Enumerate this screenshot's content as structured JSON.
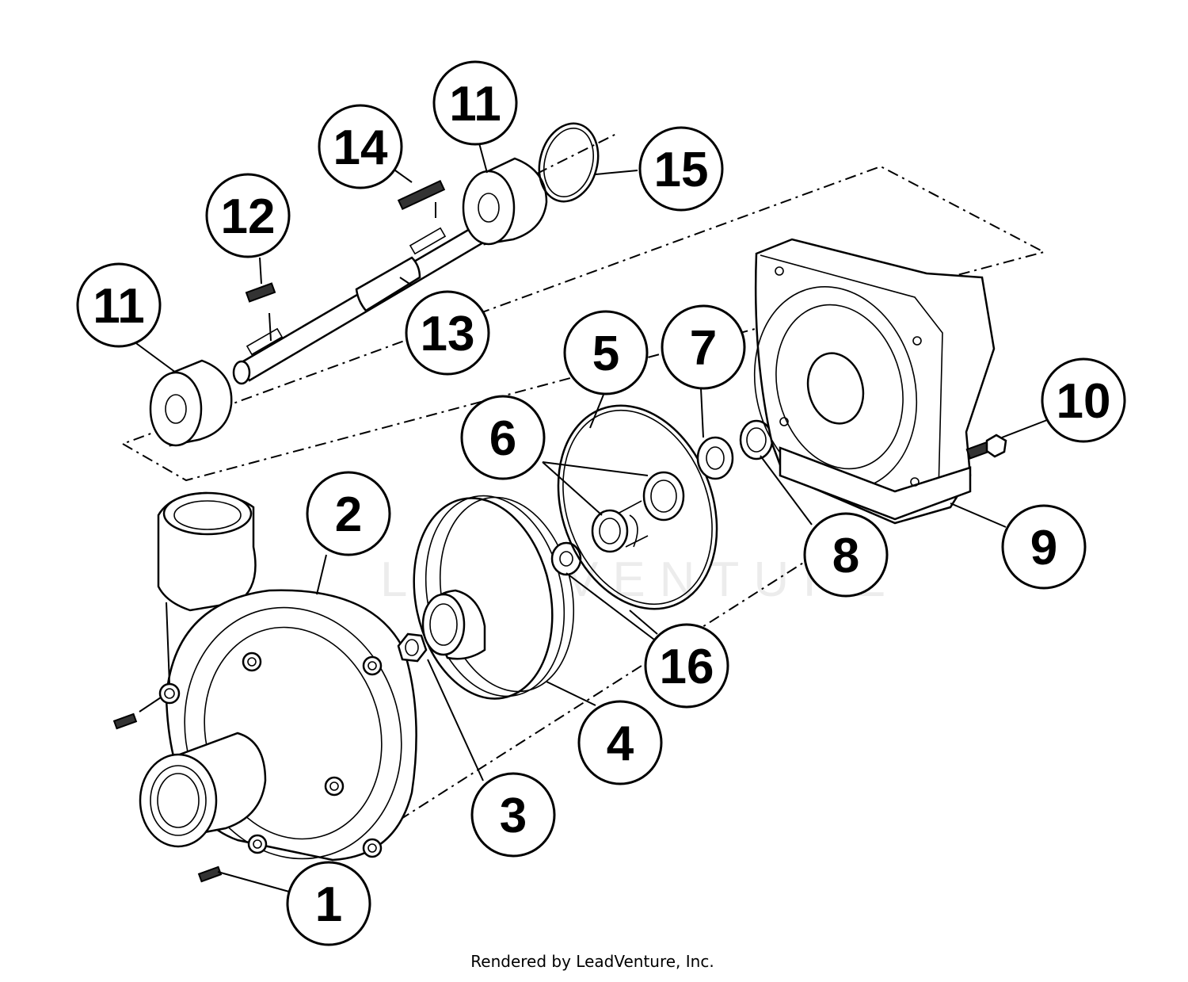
{
  "callouts": {
    "c1": "1",
    "c2": "2",
    "c3": "3",
    "c4": "4",
    "c5": "5",
    "c6": "6",
    "c7": "7",
    "c8": "8",
    "c9": "9",
    "c10": "10",
    "c11a": "11",
    "c11b": "11",
    "c12": "12",
    "c13": "13",
    "c14": "14",
    "c15": "15",
    "c16": "16"
  },
  "watermark": "LEADVENTURE",
  "footer": {
    "credit": "Rendered by LeadVenture, Inc."
  }
}
